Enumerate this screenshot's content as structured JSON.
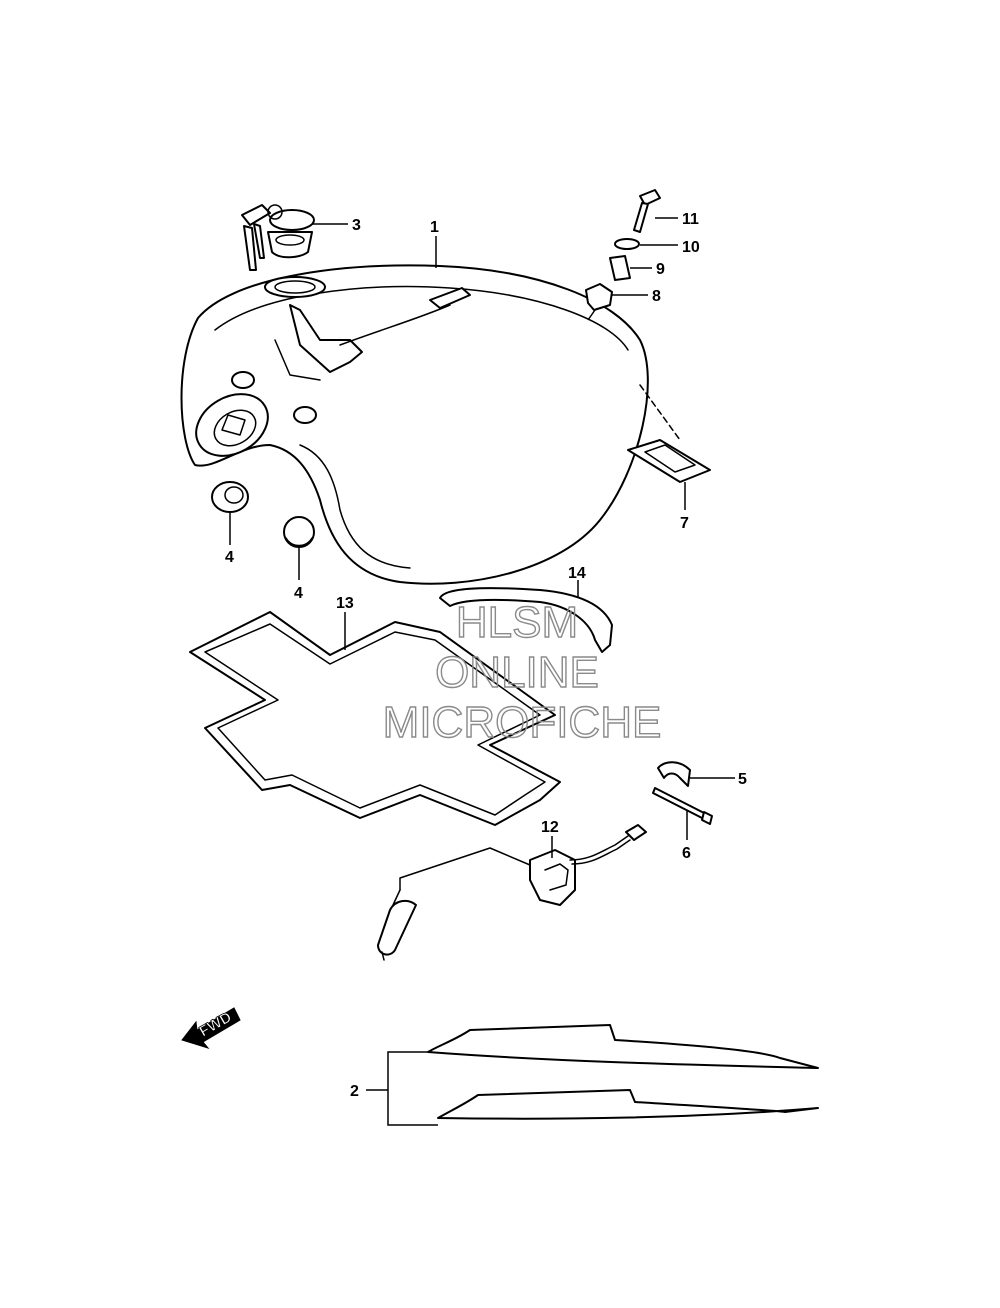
{
  "callouts": {
    "c1": "1",
    "c2": "2",
    "c3": "3",
    "c4a": "4",
    "c4b": "4",
    "c5": "5",
    "c6": "6",
    "c7": "7",
    "c8": "8",
    "c9": "9",
    "c10": "10",
    "c11": "11",
    "c12": "12",
    "c13": "13",
    "c14": "14"
  },
  "watermark": {
    "line1": "HLSM",
    "line2": "ONLINE",
    "line3": "MICROFICHE"
  },
  "fwd_label": "FWD",
  "colors": {
    "line": "#000000",
    "watermark": "#8a8a8a",
    "background": "#ffffff"
  }
}
